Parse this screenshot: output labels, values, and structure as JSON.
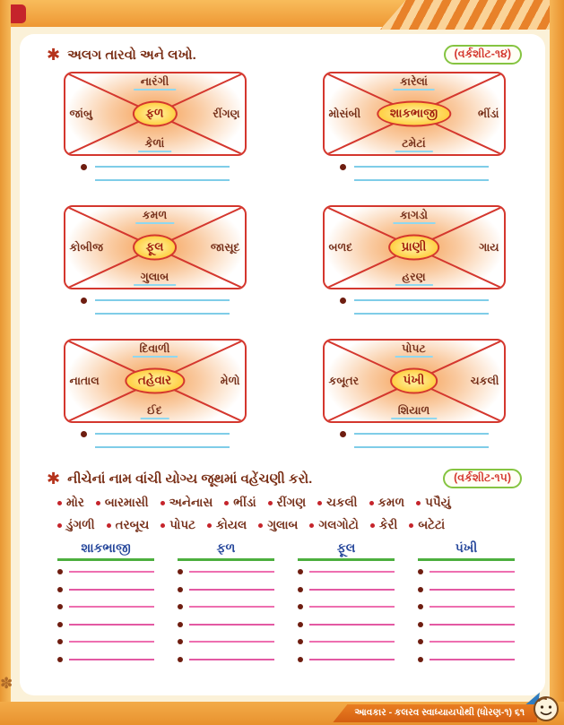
{
  "icons": {
    "star_bullet": "✱",
    "flower_mark": "✽"
  },
  "worksheet14": {
    "title": "અલગ તારવો અને લખો.",
    "badge": "(વર્કશીટ-૧૪)",
    "boxes": [
      {
        "center": "ફળ",
        "top": "નારંગી",
        "left": "જાંબુ",
        "right": "રીંગણ",
        "bottom": "કેળાં"
      },
      {
        "center": "શાકભાજી",
        "top": "કારેલાં",
        "left": "મોસંબી",
        "right": "ભીંડાં",
        "bottom": "ટમેટાં"
      },
      {
        "center": "ફૂલ",
        "top": "કમળ",
        "left": "કોબીજ",
        "right": "જાસૂદ",
        "bottom": "ગુલાબ"
      },
      {
        "center": "પ્રાણી",
        "top": "કાગડો",
        "left": "બળદ",
        "right": "ગાય",
        "bottom": "હરણ"
      },
      {
        "center": "તહેવાર",
        "top": "દિવાળી",
        "left": "નાતાલ",
        "right": "મેળો",
        "bottom": "ઈદ"
      },
      {
        "center": "પંખી",
        "top": "પોપટ",
        "left": "કબૂતર",
        "right": "ચકલી",
        "bottom": "શિયાળ"
      }
    ]
  },
  "worksheet15": {
    "title": "નીચેનાં નામ વાંચી યોગ્ય જૂથમાં વહેંચણી કરો.",
    "badge": "(વર્કશીટ-૧૫)",
    "words_row1": [
      "મોર",
      "બારમાસી",
      "અનેનાસ",
      "ભીંડાં",
      "રીંગણ",
      "ચકલી",
      "કમળ",
      "પપૈયું"
    ],
    "words_row2": [
      "ડુંગળી",
      "તરબૂચ",
      "પોપટ",
      "કોયલ",
      "ગુલાબ",
      "ગલગોટો",
      "કેરી",
      "બટેટાં"
    ],
    "columns": [
      "શાકભાજી",
      "ફળ",
      "ફૂલ",
      "પંખી"
    ]
  },
  "footer": {
    "text": "આવકાર - કલરવ સ્વાધ્યાયપોથી (ધોરણ-૧) ૬૧"
  },
  "colors": {
    "frame_orange": "#EE9733",
    "box_red": "#D4372E",
    "oval_yellow": "#FFC527",
    "text_maroon": "#76301A",
    "header_blue": "#27489C",
    "underline_green": "#4CAF3E",
    "line_cyan": "#7FCDE8",
    "line_pink": "#EE6FB0"
  }
}
